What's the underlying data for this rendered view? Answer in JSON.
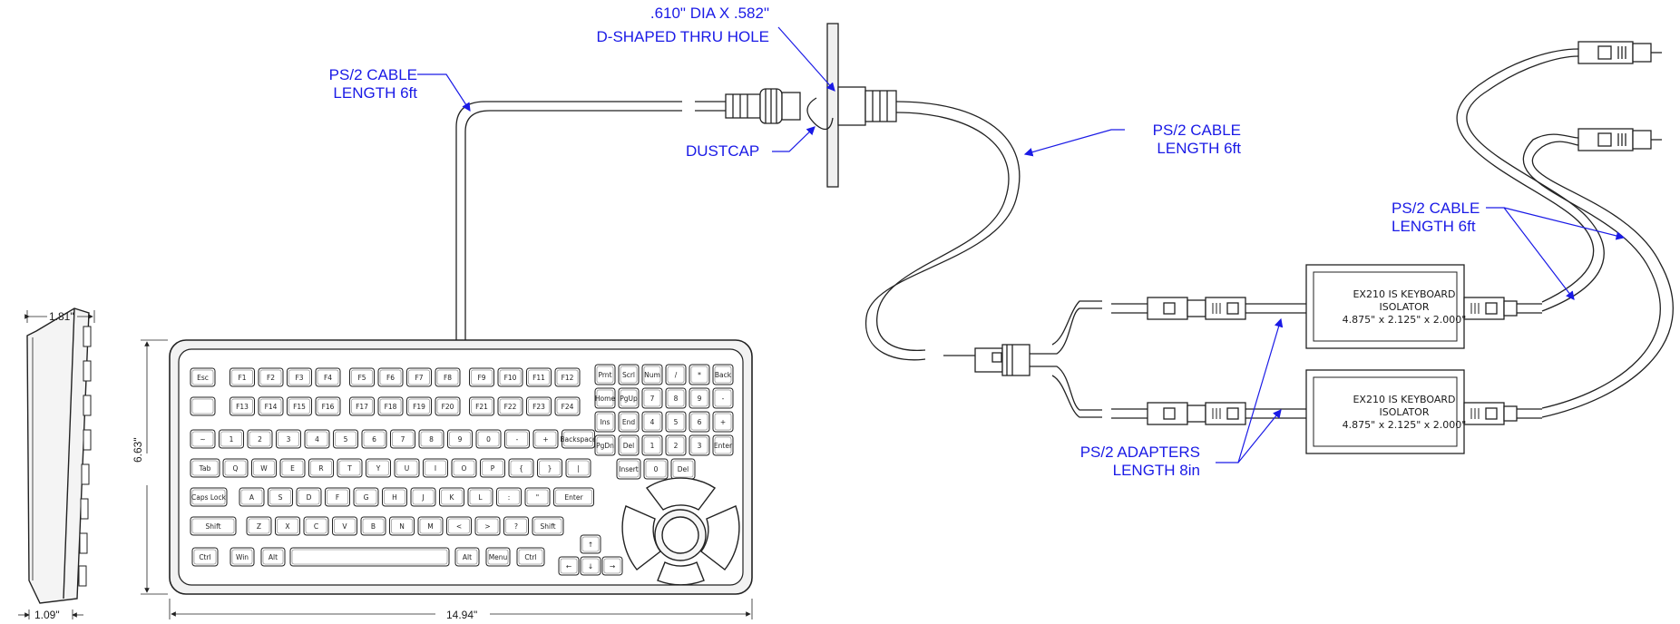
{
  "labels": {
    "thru_hole_line1": ".610\" DIA X .582\"",
    "thru_hole_line2": "D-SHAPED THRU HOLE",
    "dustcap": "DUSTCAP",
    "cable_left_line1": "PS/2 CABLE",
    "cable_left_line2": "LENGTH 6ft",
    "cable_mid_line1": "PS/2 CABLE",
    "cable_mid_line2": "LENGTH 6ft",
    "cable_right_line1": "PS/2 CABLE",
    "cable_right_line2": "LENGTH 6ft",
    "adapters_line1": "PS/2 ADAPTERS",
    "adapters_line2": "LENGTH 8in"
  },
  "isolators": [
    {
      "line1": "EX210 IS KEYBOARD",
      "line2": "ISOLATOR",
      "line3": "4.875\" x 2.125\" x 2.000\""
    },
    {
      "line1": "EX210 IS KEYBOARD",
      "line2": "ISOLATOR",
      "line3": "4.875\" x 2.125\" x 2.000\""
    }
  ],
  "dimensions": {
    "side_depth_top": "1.81\"",
    "side_depth_bottom": "1.09\"",
    "height": "6.63\"",
    "width": "14.94\""
  },
  "keyboard": {
    "row_fn": [
      "Esc",
      "F1",
      "F2",
      "F3",
      "F4",
      "F5",
      "F6",
      "F7",
      "F8",
      "F9",
      "F10",
      "F11",
      "F12"
    ],
    "row_fn2": [
      "F13",
      "F14",
      "F15",
      "F16",
      "F17",
      "F18",
      "F19",
      "F20",
      "F21",
      "F22",
      "F23",
      "F24"
    ],
    "row_num": [
      "~",
      "1",
      "2",
      "3",
      "4",
      "5",
      "6",
      "7",
      "8",
      "9",
      "0",
      "-",
      "+",
      "Backspace"
    ],
    "row_q": [
      "Tab",
      "Q",
      "W",
      "E",
      "R",
      "T",
      "Y",
      "U",
      "I",
      "O",
      "P",
      "{",
      "}",
      "|"
    ],
    "row_a": [
      "Caps Lock",
      "A",
      "S",
      "D",
      "F",
      "G",
      "H",
      "J",
      "K",
      "L",
      ":",
      "\"",
      "Enter"
    ],
    "row_z": [
      "Shift",
      "Z",
      "X",
      "C",
      "V",
      "B",
      "N",
      "M",
      "<",
      ">",
      "?",
      "Shift"
    ],
    "row_space": [
      "Ctrl",
      "Win",
      "Alt",
      "",
      "Alt",
      "Menu",
      "Ctrl"
    ],
    "numpad": [
      "Prnt",
      "Scrl",
      "Num",
      "/",
      "*",
      "Back",
      "Home",
      "PgUp",
      "7",
      "8",
      "9",
      "-",
      "Ins",
      "End",
      "4",
      "5",
      "6",
      "+",
      "PgDn",
      "Del",
      "1",
      "2",
      "3",
      "Enter",
      "Insert",
      "0",
      "Del"
    ]
  }
}
